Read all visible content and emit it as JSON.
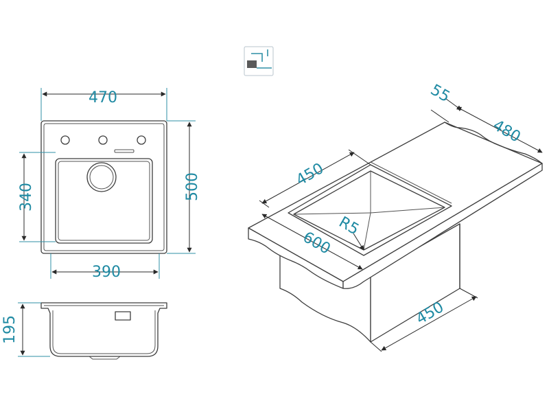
{
  "colors": {
    "dimension_text": "#1f8aa3",
    "extension_line": "#2e8fa6",
    "outline": "#3c3c3c"
  },
  "icon": {
    "name": "under-mount-tap-icon"
  },
  "top_view": {
    "overall_width": "470",
    "overall_height": "500",
    "bowl_height": "340",
    "bowl_width": "390"
  },
  "section_view": {
    "depth": "195"
  },
  "iso_view": {
    "drainer": "55",
    "depth": "480",
    "bowl_width": "450",
    "corner_radius": "R5",
    "length": "600",
    "cabinet": "450"
  }
}
